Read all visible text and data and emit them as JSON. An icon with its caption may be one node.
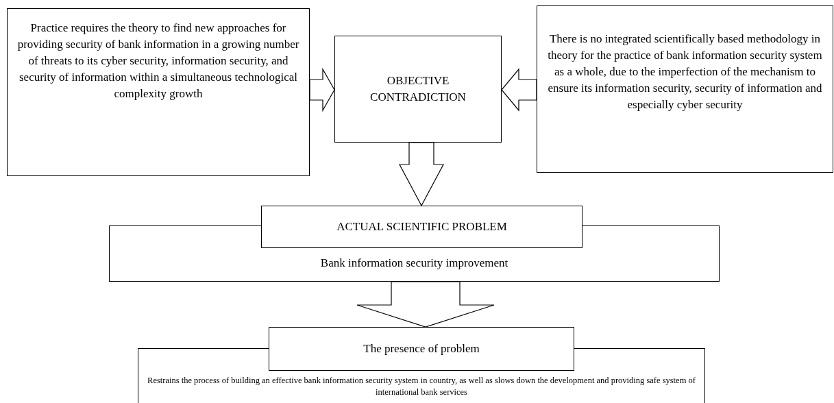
{
  "diagram": {
    "nodes": [
      {
        "text": [
          "Practice requires the theory to find new approaches for providing security of bank information in a growing number of threats to its cyber security, information security, and security of information within a simultaneous technological complexity growth"
        ]
      },
      {
        "text": [
          "OBJECTIVE CONTRADICTION"
        ]
      },
      {
        "text": [
          "There is no integrated scientifically based methodology in theory for the practice of bank information security system as a whole, due to the imperfection of the mechanism to ensure its information security, security of information and especially cyber security"
        ]
      },
      {
        "text": [
          "ACTUAL SCIENTIFIC PROBLEM"
        ]
      },
      {
        "text": [
          "Bank information security improvement"
        ]
      },
      {
        "text": [
          "The presence of problem"
        ]
      },
      {
        "text": [
          "Restrains the process of building an effective bank information security system in country, as well as slows down the development and providing safe system of international bank services"
        ]
      }
    ],
    "edges": [
      {
        "from": 0,
        "to": 1,
        "arrow": "to"
      },
      {
        "from": 2,
        "to": 1,
        "arrow": "to"
      },
      {
        "from": 1,
        "to": 3,
        "arrow": "to"
      },
      {
        "from": 4,
        "to": 5,
        "arrow": "to"
      }
    ]
  }
}
